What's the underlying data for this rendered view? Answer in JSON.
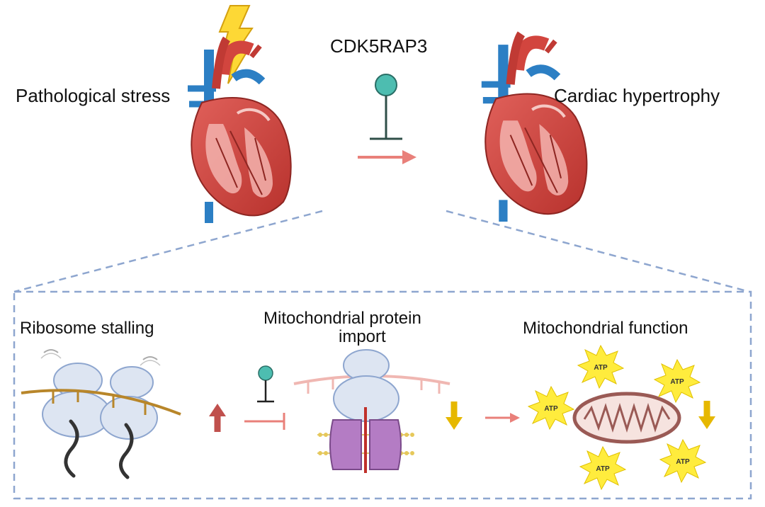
{
  "top": {
    "stress_label": "Pathological stress",
    "inhibitor_label": "CDK5RAP3",
    "outcome_label": "Cardiac hypertrophy"
  },
  "panel": {
    "ribosome_label": "Ribosome stalling",
    "import_label_line1": "Mitochondrial protein",
    "import_label_line2": "import",
    "function_label": "Mitochondrial function",
    "atp_label": "ATP"
  },
  "colors": {
    "inhibitor": "#4dbdb0",
    "pink_arrow": "#e9807a",
    "dashed": "#8ea6cf",
    "up_arrow": "#c0504d",
    "down_arrow": "#e6b800",
    "heart": "#d2453e",
    "vessel_blue": "#2c7fc4",
    "ribosome": "#dde5f2",
    "translocase": "#b47cc4",
    "mito_outline": "#9a5a55",
    "atp_star": "#ffec3d"
  },
  "icons": [
    "lightning-icon",
    "heart-icon",
    "ribosome-icon",
    "mitochondrion-icon",
    "translocase-icon",
    "atp-star-icon"
  ]
}
